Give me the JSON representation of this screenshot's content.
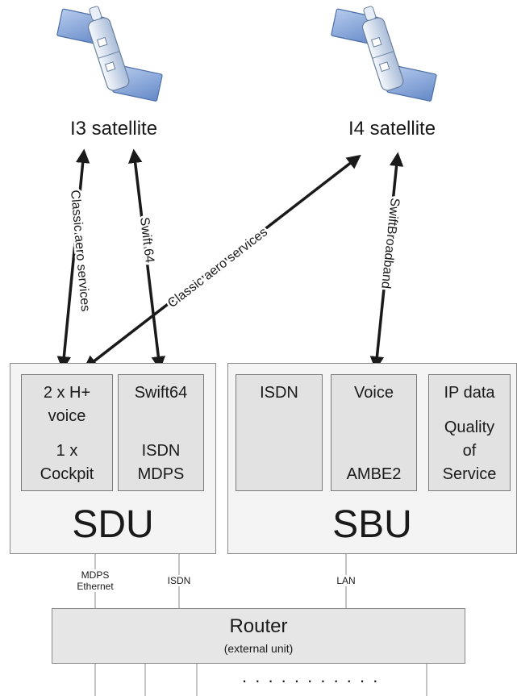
{
  "satellites": {
    "i3": "I3 satellite",
    "i4": "I4 satellite"
  },
  "links": {
    "i3_classic": "Classic aero services",
    "i3_swift": "Swift 64",
    "i4_classic": "Classic aero services",
    "i4_broadband": "SwiftBroadband"
  },
  "sdu": {
    "title": "SDU",
    "voice_box": {
      "line1": "2 x H+",
      "line2": "voice",
      "line3": "1 x",
      "line4": "Cockpit"
    },
    "swift_box": {
      "line1": "Swift64",
      "line2": "ISDN",
      "line3": "MDPS"
    }
  },
  "sbu": {
    "title": "SBU",
    "isdn_box": {
      "line1": "ISDN"
    },
    "voice_box": {
      "line1": "Voice",
      "line2": "AMBE2"
    },
    "ip_box": {
      "line1": "IP data",
      "line2": "Quality",
      "line3": "of",
      "line4": "Service"
    }
  },
  "connections": {
    "mdps_line1": "MDPS",
    "mdps_line2": "Ethernet",
    "isdn": "ISDN",
    "lan": "LAN"
  },
  "router": {
    "title": "Router",
    "subtitle": "(external unit)",
    "ellipsis": ". . . . . . . . . . ."
  },
  "colors": {
    "satellite_panel": "#7d9fd6",
    "satellite_body": "#dfe8f5",
    "box_fill": "#f4f4f4",
    "inner_fill": "#e2e2e2",
    "arrow": "#1a1a1a"
  }
}
